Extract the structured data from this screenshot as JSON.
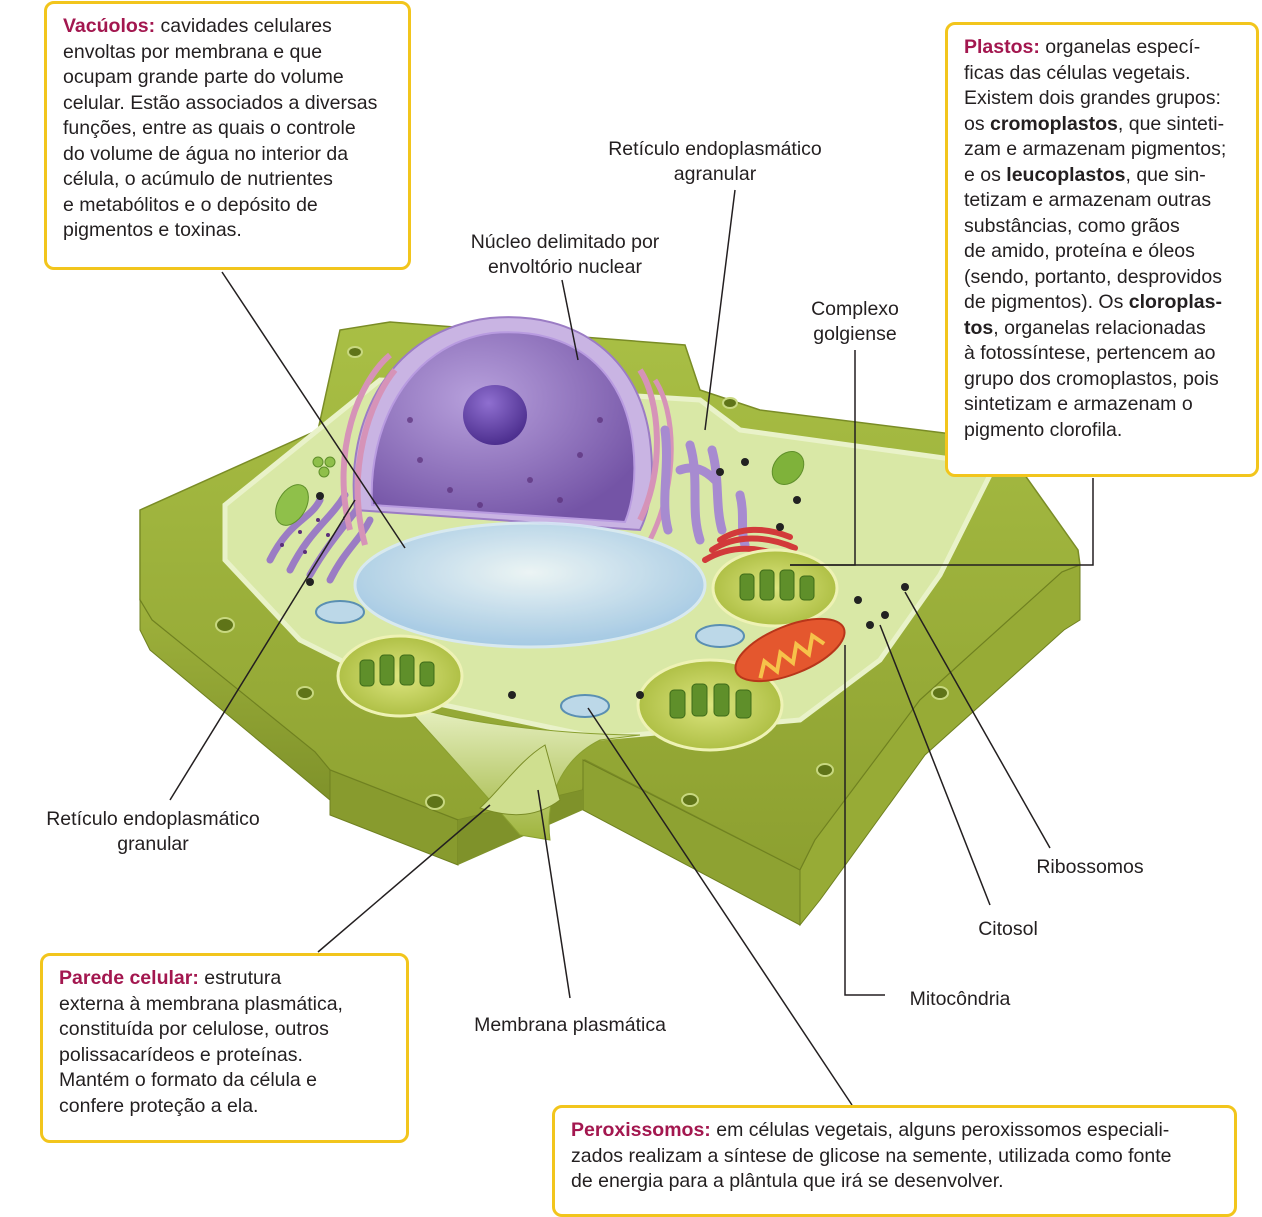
{
  "boxes": {
    "vacuolos": {
      "term": "Vacúolos:",
      "lines": [
        " cavidades celulares",
        "envoltas por membrana e que",
        "ocupam grande parte do volume",
        "celular. Estão associados a diversas",
        "funções, entre as quais o controle",
        "do volume de água no interior da",
        "célula, o acúmulo de nutrientes",
        "e metabólitos e o depósito de",
        "pigmentos e toxinas."
      ]
    },
    "plastos": {
      "term": "Plastos:",
      "l1": " organelas especí-",
      "l2": "ficas das células vegetais.",
      "l3": "Existem dois grandes grupos:",
      "l4a": "os ",
      "l4b": "cromoplastos",
      "l4c": ", que sinteti-",
      "l5": "zam e armazenam pigmentos;",
      "l6a": "e os ",
      "l6b": "leucoplastos",
      "l6c": ", que sin-",
      "l7": "tetizam e armazenam outras",
      "l8": "substâncias, como grãos",
      "l9": "de amido, proteína e óleos",
      "l10": "(sendo, portanto, desprovidos",
      "l11a": "de pigmentos). Os ",
      "l11b": "cloroplas-",
      "l12a": "tos",
      "l12b": ", organelas relacionadas",
      "l13": "à fotossíntese, pertencem ao",
      "l14": "grupo dos cromoplastos, pois",
      "l15": "sintetizam e armazenam o",
      "l16": "pigmento clorofila."
    },
    "parede": {
      "term": "Parede celular:",
      "lines": [
        " estrutura",
        "externa à membrana plasmática,",
        "constituída por celulose, outros",
        "polissacarídeos e proteínas.",
        "Mantém o formato da célula e",
        "confere proteção a ela."
      ]
    },
    "peroxissomos": {
      "term": "Peroxissomos:",
      "lines": [
        " em células vegetais, alguns peroxissomos especiali-",
        "zados realizam a síntese de glicose na semente, utilizada como fonte",
        "de energia para a plântula que irá se desenvolver."
      ]
    }
  },
  "labels": {
    "reticulo_agranular": [
      "Retículo endoplasmático",
      "agranular"
    ],
    "nucleo": [
      "Núcleo delimitado por",
      "envoltório nuclear"
    ],
    "golgi": [
      "Complexo",
      "golgiense"
    ],
    "reticulo_granular": [
      "Retículo endoplasmático",
      "granular"
    ],
    "ribossomos": "Ribossomos",
    "citosol": "Citosol",
    "mitocondria": "Mitocôndria",
    "membrana": "Membrana plasmática"
  },
  "colors": {
    "box_border": "#f2c51c",
    "term": "#a3174f",
    "wall": "#9aae3a",
    "cytoplasm": "#d9e8a6",
    "nucleus": "#8a6bb8",
    "vacuole": "#b7d6f0",
    "chloroplast": "#b8c94a",
    "mitochondria": "#e4572e"
  }
}
